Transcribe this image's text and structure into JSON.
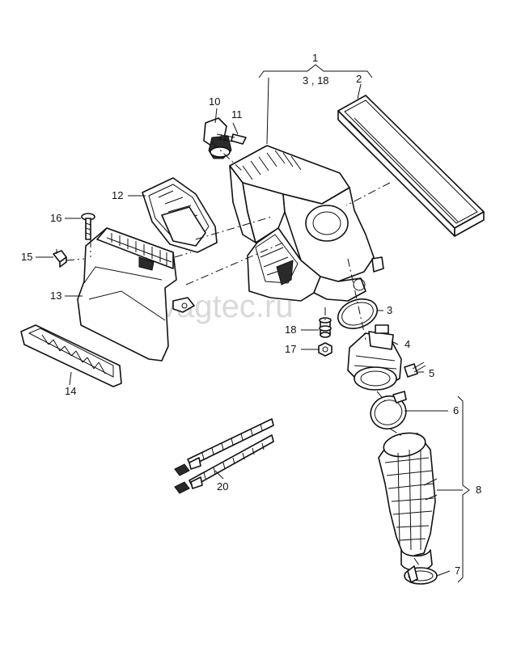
{
  "diagram": {
    "watermark": "vagtec.ru",
    "callouts": {
      "c1": "1",
      "c1_sub": "3 , 18",
      "c2": "2",
      "c3": "3",
      "c4": "4",
      "c5": "5",
      "c6": "6",
      "c7": "7",
      "c8": "8",
      "c10": "10",
      "c11": "11",
      "c12": "12",
      "c13": "13",
      "c14": "14",
      "c15": "15",
      "c16": "16",
      "c17": "17",
      "c18": "18",
      "c20": "20"
    }
  }
}
